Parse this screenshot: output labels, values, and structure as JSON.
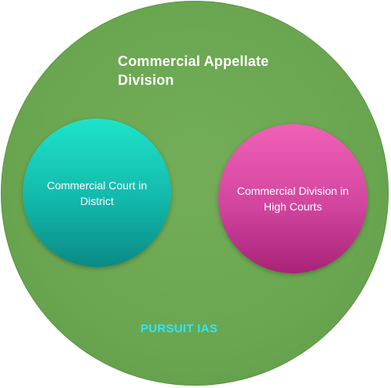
{
  "diagram": {
    "outer": {
      "label": "Commercial Appellate Division",
      "color": "#6aa650"
    },
    "left_circle": {
      "label": "Commercial Court in District",
      "color": "#12b8ab"
    },
    "right_circle": {
      "label": "Commercial Division in High Courts",
      "color": "#d2459f"
    },
    "watermark": "PURSUIT IAS"
  }
}
